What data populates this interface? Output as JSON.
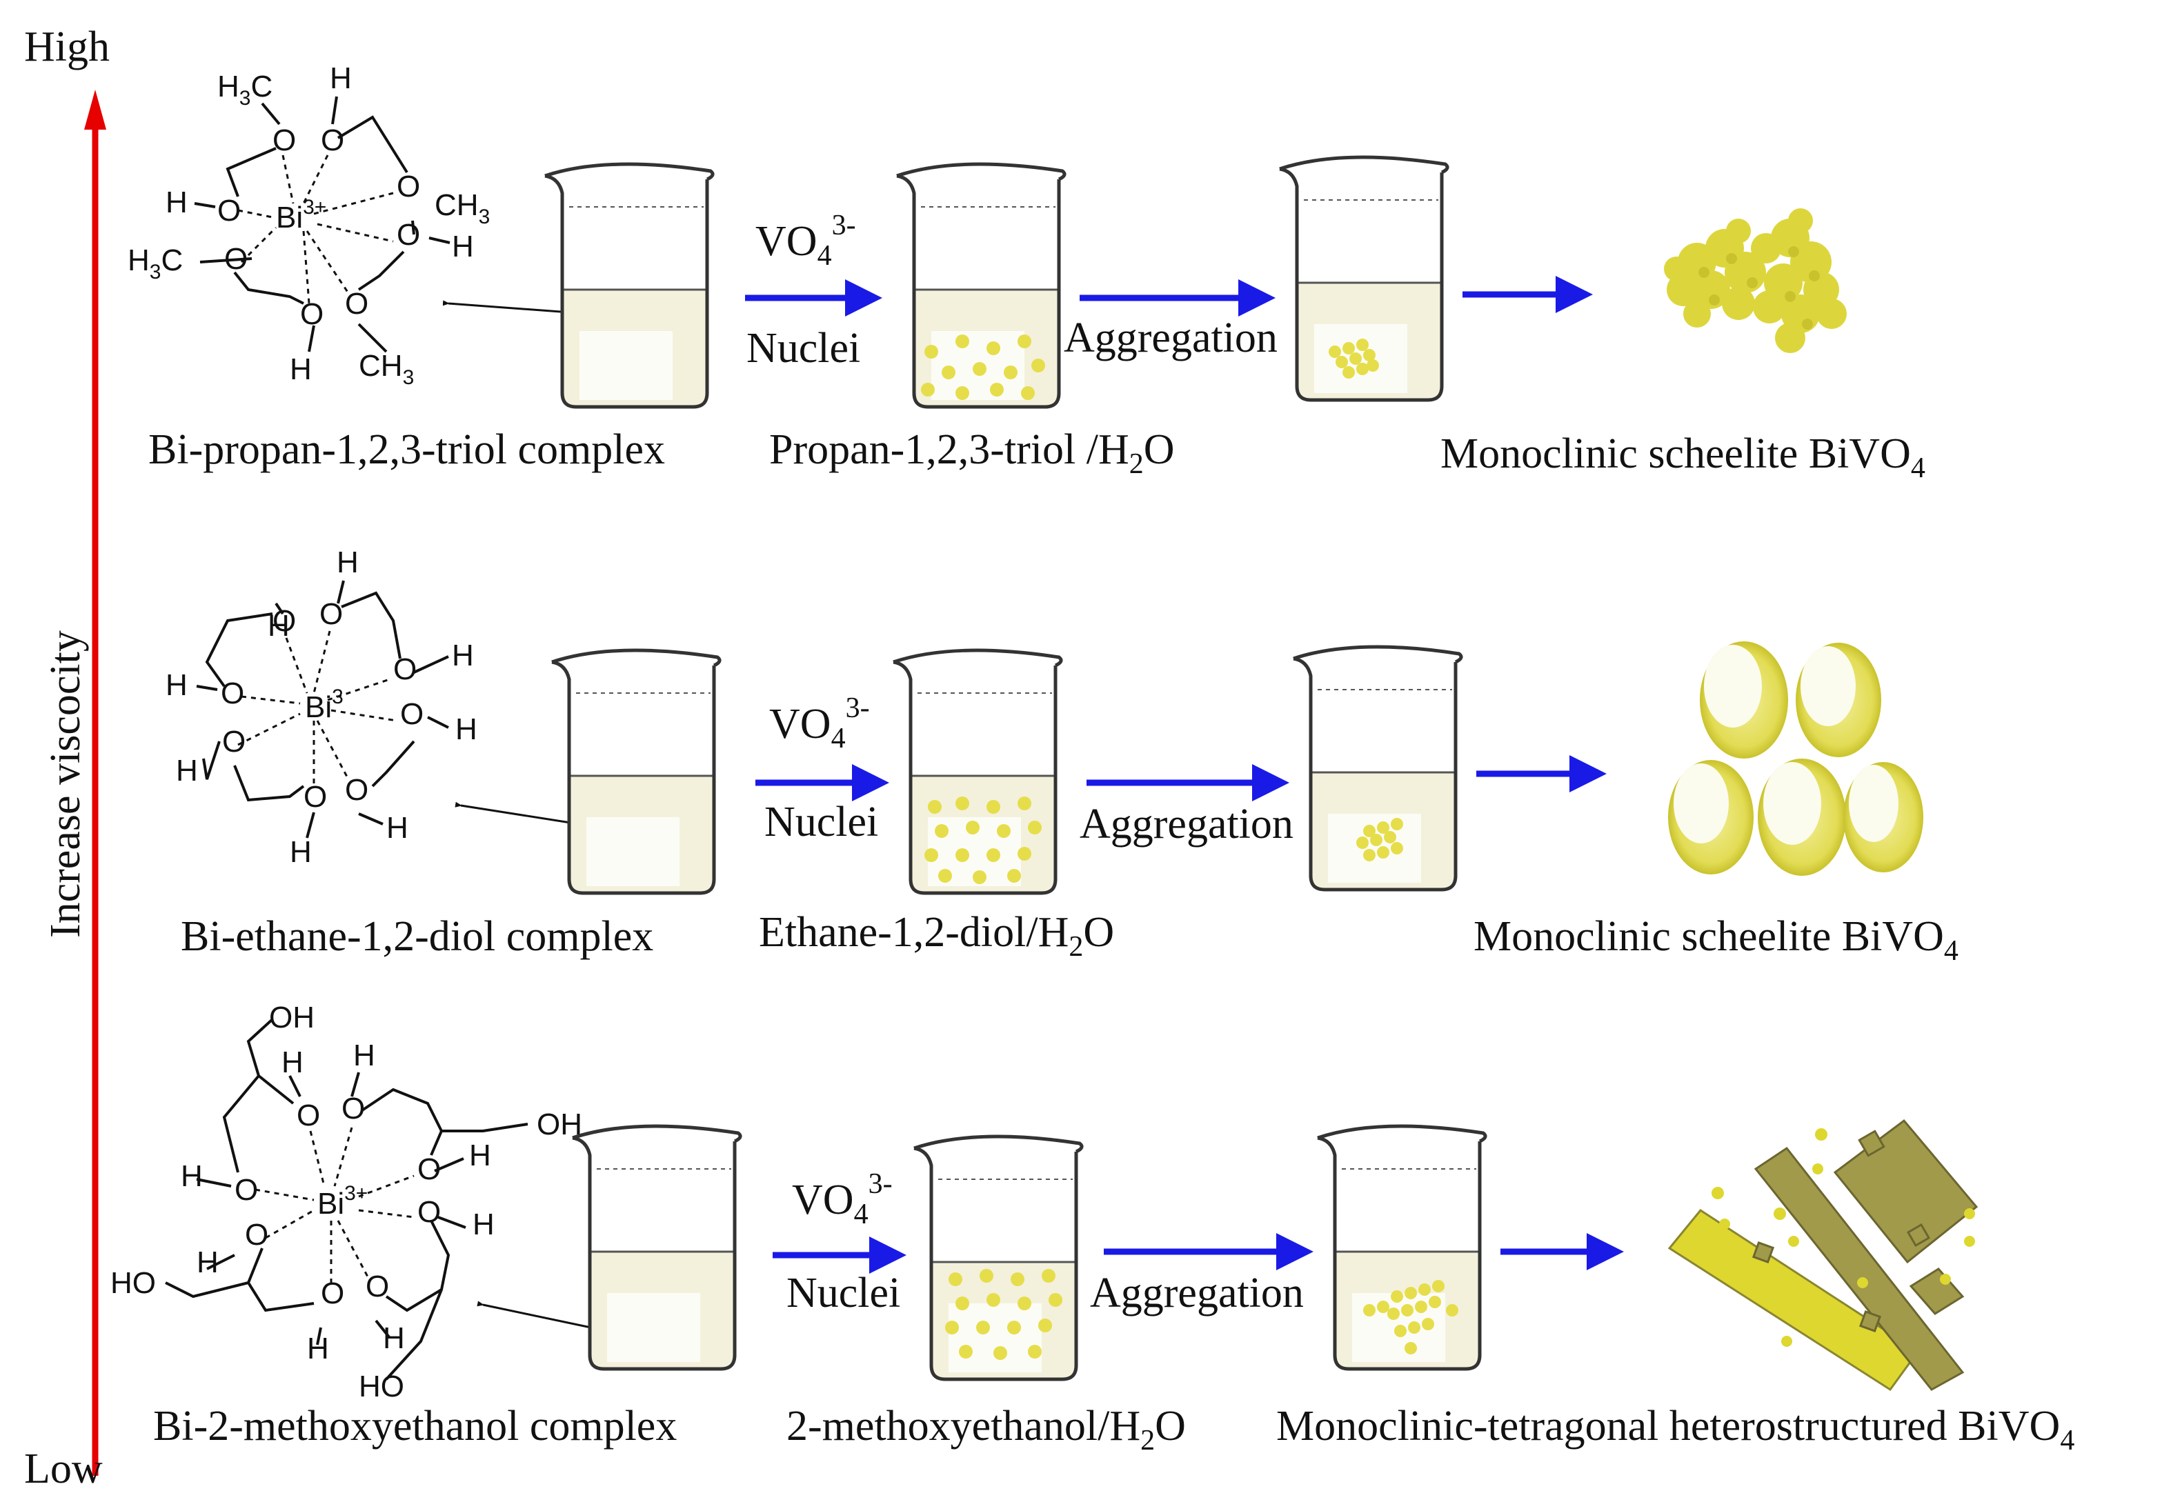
{
  "axis": {
    "high": "High",
    "low": "Low",
    "label": "Increase viscocity"
  },
  "arrow_labels": {
    "vo4": "VO",
    "vo4_sub": "4",
    "vo4_sup": "3-",
    "nuclei": "Nuclei",
    "aggregation": "Aggregation"
  },
  "rows": [
    {
      "complex_label": "Bi-propan-1,2,3-triol complex",
      "solvent_label": "Propan-1,2,3-triol /H",
      "solvent_sub": "2",
      "solvent_tail": "O",
      "product_label": "Monoclinic scheelite BiVO",
      "product_sub": "4"
    },
    {
      "complex_label": "Bi-ethane-1,2-diol complex",
      "solvent_label": "Ethane-1,2-diol/H",
      "solvent_sub": "2",
      "solvent_tail": "O",
      "product_label": "Monoclinic scheelite BiVO",
      "product_sub": "4"
    },
    {
      "complex_label": "Bi-2-methoxyethanol complex",
      "solvent_label": "2-methoxyethanol/H",
      "solvent_sub": "2",
      "solvent_tail": "O",
      "product_label": "Monoclinic-tetragonal heterostructured BiVO",
      "product_sub": "4"
    }
  ],
  "chem": {
    "bi": "Bi",
    "bi3plus": "3+",
    "bi3": "3",
    "o": "O",
    "h": "H",
    "oh": "OH",
    "ho": "HO",
    "h3c": "H",
    "h3c_sub": "3",
    "h3c_c": "C",
    "ch3": "CH",
    "ch3_sub": "3"
  },
  "colors": {
    "axis_arrow": "#e60000",
    "process_arrow": "#1a1ae6",
    "nuclei": "#e6dd4b",
    "liquid": "#f3f1dc",
    "product_particles": "#d9d43a",
    "rod_dark": "#a19a4a",
    "rod_bright": "#ddd730"
  }
}
